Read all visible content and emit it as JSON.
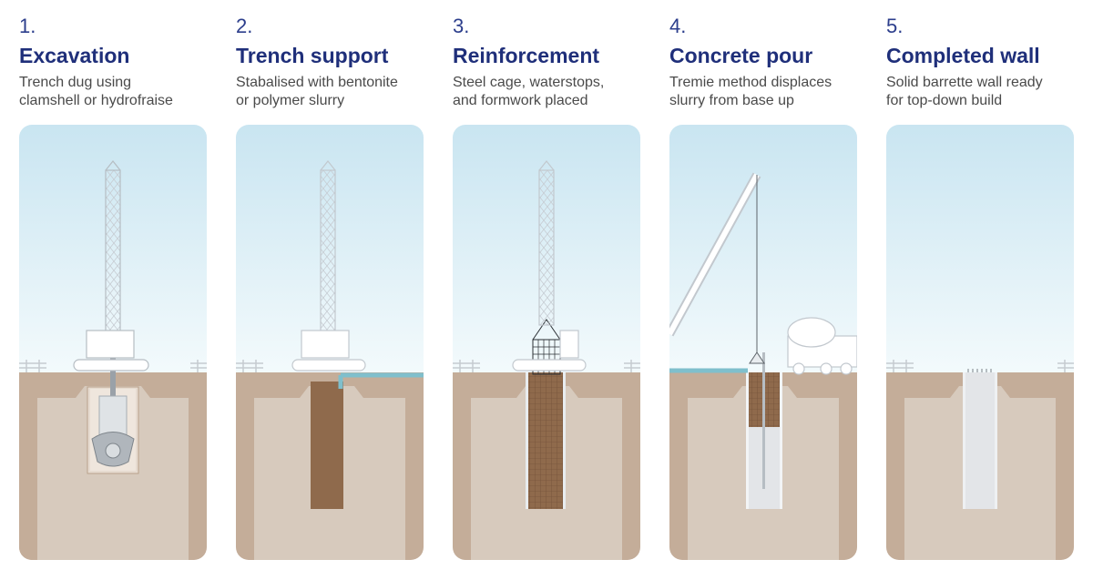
{
  "steps": [
    {
      "number": "1.",
      "title": "Excavation",
      "description": [
        "Trench dug using",
        "clamshell or hydrofraise"
      ]
    },
    {
      "number": "2.",
      "title": "Trench support",
      "description": [
        "Stabalised with bentonite",
        "or polymer slurry"
      ]
    },
    {
      "number": "3.",
      "title": "Reinforcement",
      "description": [
        "Steel cage, waterstops,",
        "and formwork placed"
      ]
    },
    {
      "number": "4.",
      "title": "Concrete pour",
      "description": [
        "Tremie method displaces",
        "slurry from base up"
      ]
    },
    {
      "number": "5.",
      "title": "Completed wall",
      "description": [
        "Solid barrette wall ready",
        "for top-down build"
      ]
    }
  ],
  "colors": {
    "number": "#2c3e8c",
    "title": "#1f2f7a",
    "description": "#4a4a4a",
    "sky_top": "#cfe8f3",
    "sky_bottom": "#f2f9fc",
    "soil_top": "#c3ab97",
    "soil_inner": "#d6c8bb",
    "slurry": "#8f6a4c",
    "concrete": "#e3e5e8",
    "pipe": "#7fbfcc"
  }
}
